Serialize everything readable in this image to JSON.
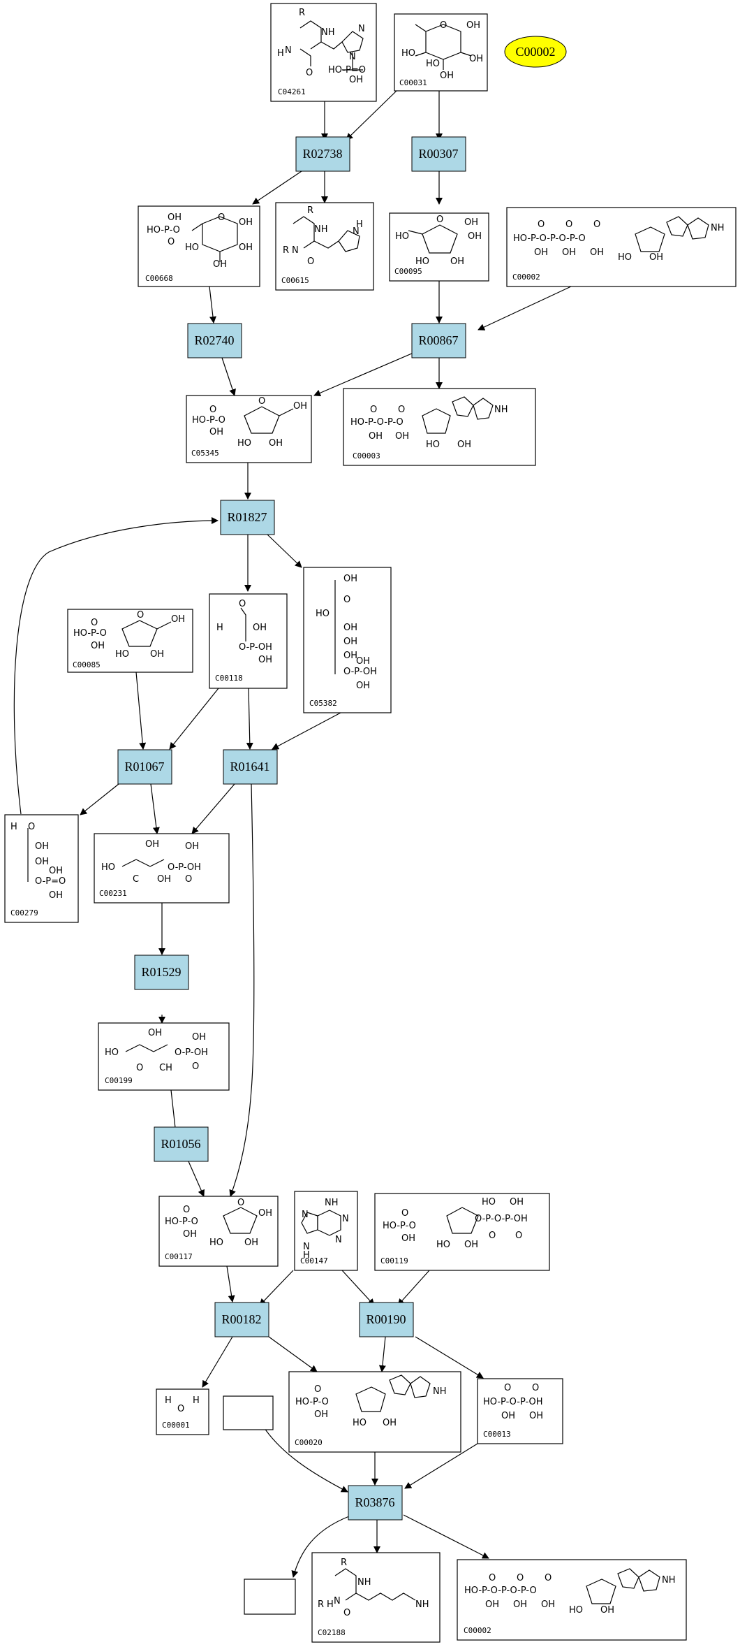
{
  "highlight": {
    "label": "C00002",
    "color": "#ffff00"
  },
  "reactions": [
    {
      "id": "r02738",
      "label": "R02738"
    },
    {
      "id": "r00307",
      "label": "R00307"
    },
    {
      "id": "r02740",
      "label": "R02740"
    },
    {
      "id": "r00867",
      "label": "R00867"
    },
    {
      "id": "r01827",
      "label": "R01827"
    },
    {
      "id": "r01067",
      "label": "R01067"
    },
    {
      "id": "r01641",
      "label": "R01641"
    },
    {
      "id": "r01529",
      "label": "R01529"
    },
    {
      "id": "r01056",
      "label": "R01056"
    },
    {
      "id": "r00182",
      "label": "R00182"
    },
    {
      "id": "r00190",
      "label": "R00190"
    },
    {
      "id": "r03876",
      "label": "R03876"
    }
  ],
  "compounds": [
    {
      "id": "c04261",
      "label": "C04261"
    },
    {
      "id": "c00031",
      "label": "C00031"
    },
    {
      "id": "c00668",
      "label": "C00668"
    },
    {
      "id": "c00615",
      "label": "C00615"
    },
    {
      "id": "c00095",
      "label": "C00095"
    },
    {
      "id": "c00002a",
      "label": "C00002"
    },
    {
      "id": "c05345",
      "label": "C05345"
    },
    {
      "id": "c00003",
      "label": "C00003"
    },
    {
      "id": "c00085",
      "label": "C00085"
    },
    {
      "id": "c00118",
      "label": "C00118"
    },
    {
      "id": "c05382",
      "label": "C05382"
    },
    {
      "id": "c00279",
      "label": "C00279"
    },
    {
      "id": "c00231",
      "label": "C00231"
    },
    {
      "id": "c00199",
      "label": "C00199"
    },
    {
      "id": "c00117",
      "label": "C00117"
    },
    {
      "id": "c00147",
      "label": "C00147"
    },
    {
      "id": "c00119",
      "label": "C00119"
    },
    {
      "id": "c00001",
      "label": "C00001"
    },
    {
      "id": "c00020",
      "label": "C00020"
    },
    {
      "id": "c00013",
      "label": "C00013"
    },
    {
      "id": "c02188",
      "label": "C02188"
    },
    {
      "id": "c00002b",
      "label": "C00002"
    }
  ],
  "reaction_color": "#add8e6"
}
